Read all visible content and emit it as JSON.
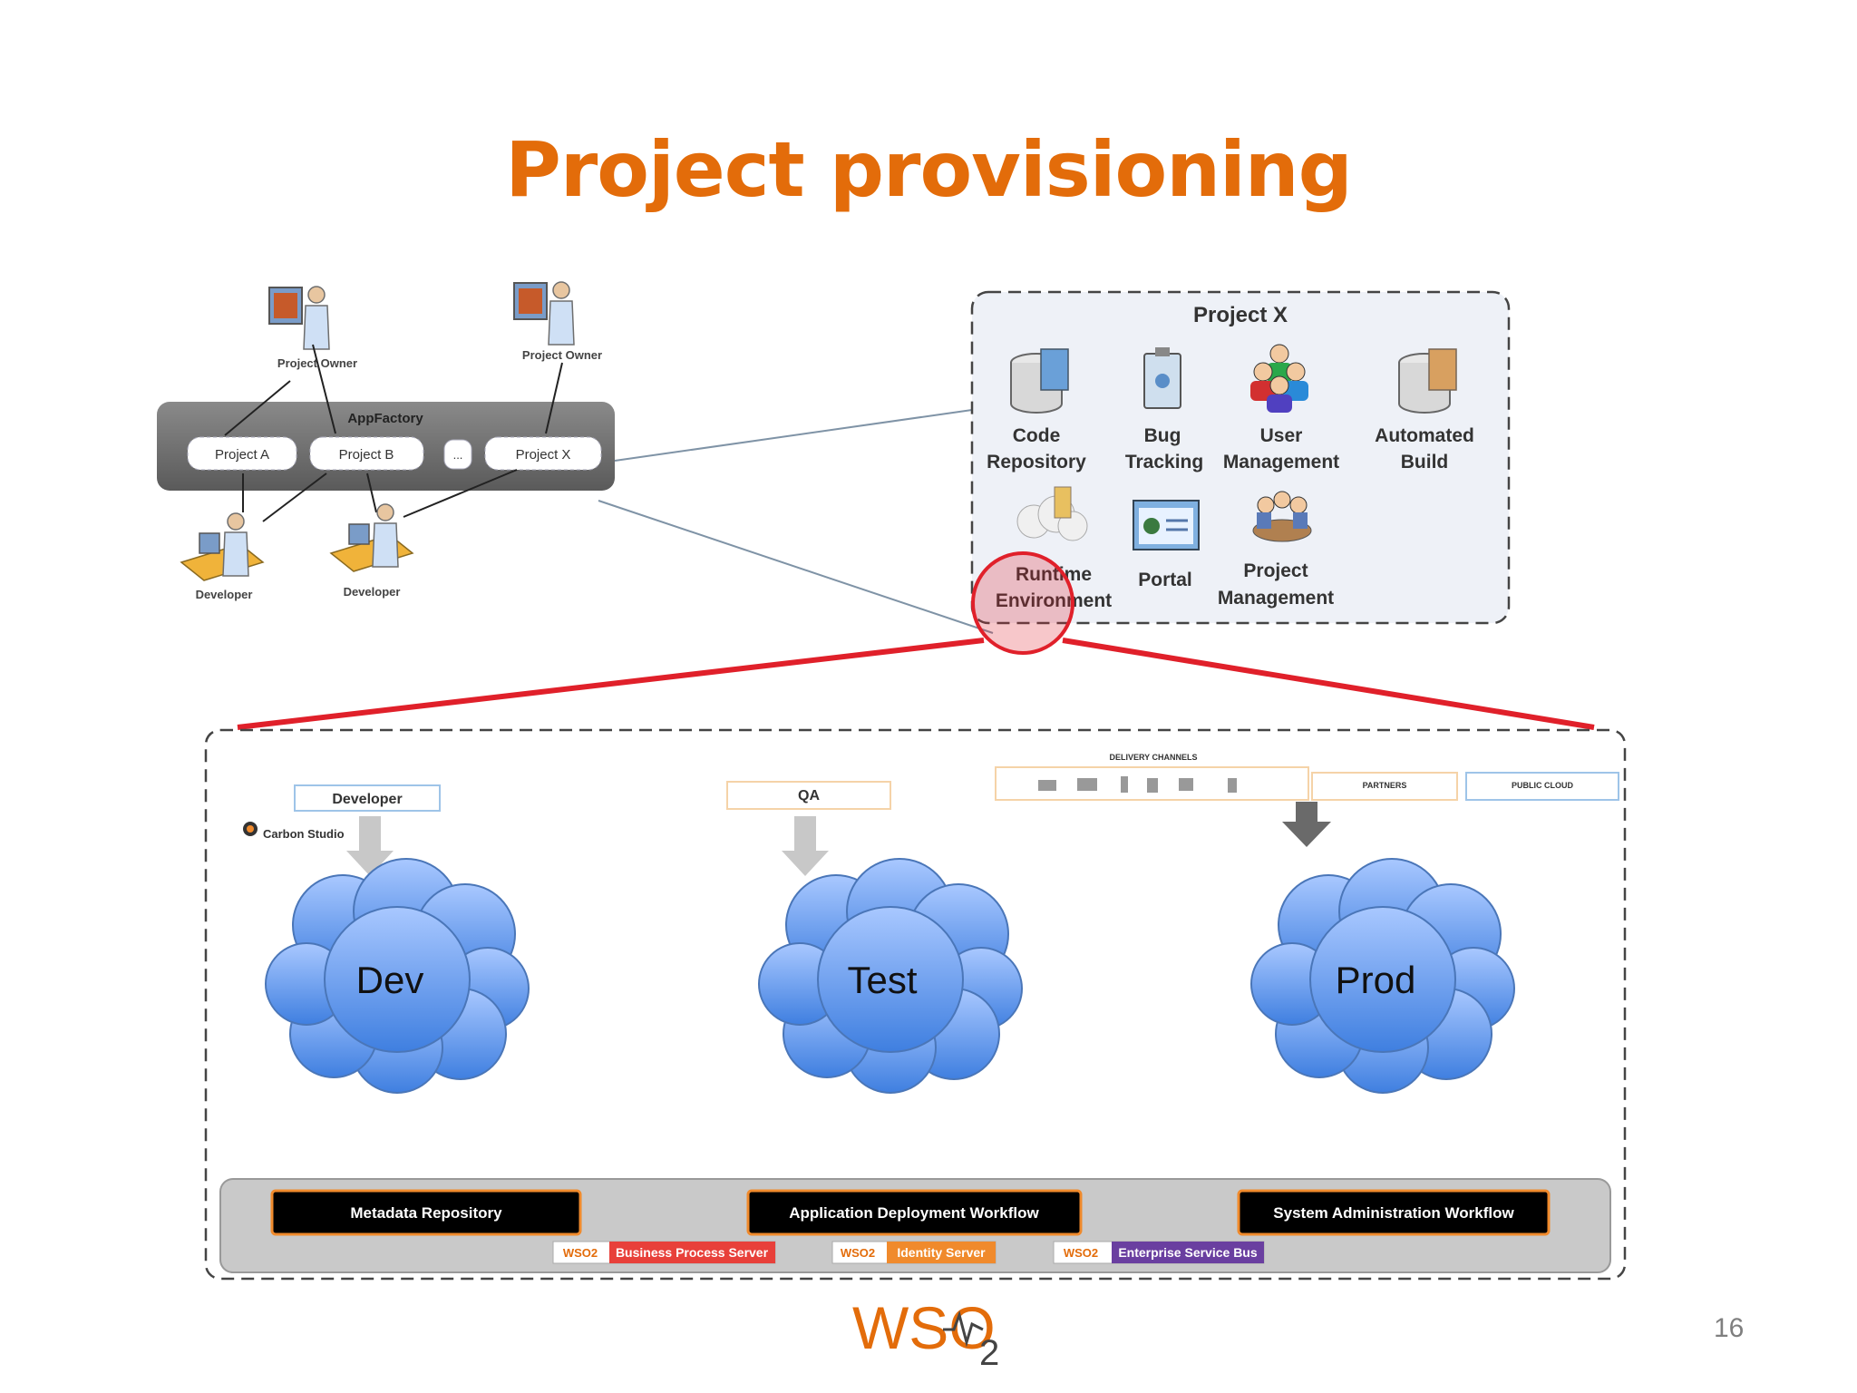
{
  "slide": {
    "title": "Project provisioning",
    "page_number": "16",
    "accent_color": "#e36c0a"
  },
  "appfactory": {
    "label": "AppFactory",
    "projects": [
      "Project A",
      "Project B",
      "...",
      "Project X"
    ],
    "owner_labels": [
      "Project Owner",
      "Project Owner"
    ],
    "developer_labels": [
      "Developer",
      "Developer"
    ]
  },
  "project_x": {
    "title": "Project X",
    "components": [
      {
        "line1": "Code",
        "line2": "Repository",
        "icon": "database-icon"
      },
      {
        "line1": "Bug",
        "line2": "Tracking",
        "icon": "bug-clipboard-icon"
      },
      {
        "line1": "User",
        "line2": "Management",
        "icon": "users-icon"
      },
      {
        "line1": "Automated",
        "line2": "Build",
        "icon": "build-icon"
      },
      {
        "line1": "Runtime",
        "line2": "Environment",
        "icon": "cloud-server-icon"
      },
      {
        "line1": "Portal",
        "line2": "",
        "icon": "portal-icon"
      },
      {
        "line1": "Project",
        "line2": "Management",
        "icon": "meeting-icon"
      }
    ],
    "highlight_color": "#e0202a"
  },
  "environments": {
    "lanes": [
      {
        "role": "Developer",
        "cloud": "Dev"
      },
      {
        "role": "QA",
        "cloud": "Test"
      },
      {
        "role": "DELIVERY CHANNELS",
        "cloud": "Prod"
      }
    ],
    "tool_logo": "Carbon Studio",
    "channel_tags": [
      "PARTNERS",
      "PUBLIC CLOUD"
    ],
    "cloud_color": "#5b8fe0"
  },
  "platform": {
    "workflows": [
      "Metadata Repository",
      "Application Deployment Workflow",
      "System Administration Workflow"
    ],
    "products": [
      {
        "label": "Business Process Server",
        "color": "#e8403a"
      },
      {
        "label": "Identity Server",
        "color": "#f08a2c"
      },
      {
        "label": "Enterprise Service Bus",
        "color": "#6a3fa0"
      }
    ]
  },
  "logo": {
    "text": "WSO",
    "subscript": "2"
  }
}
